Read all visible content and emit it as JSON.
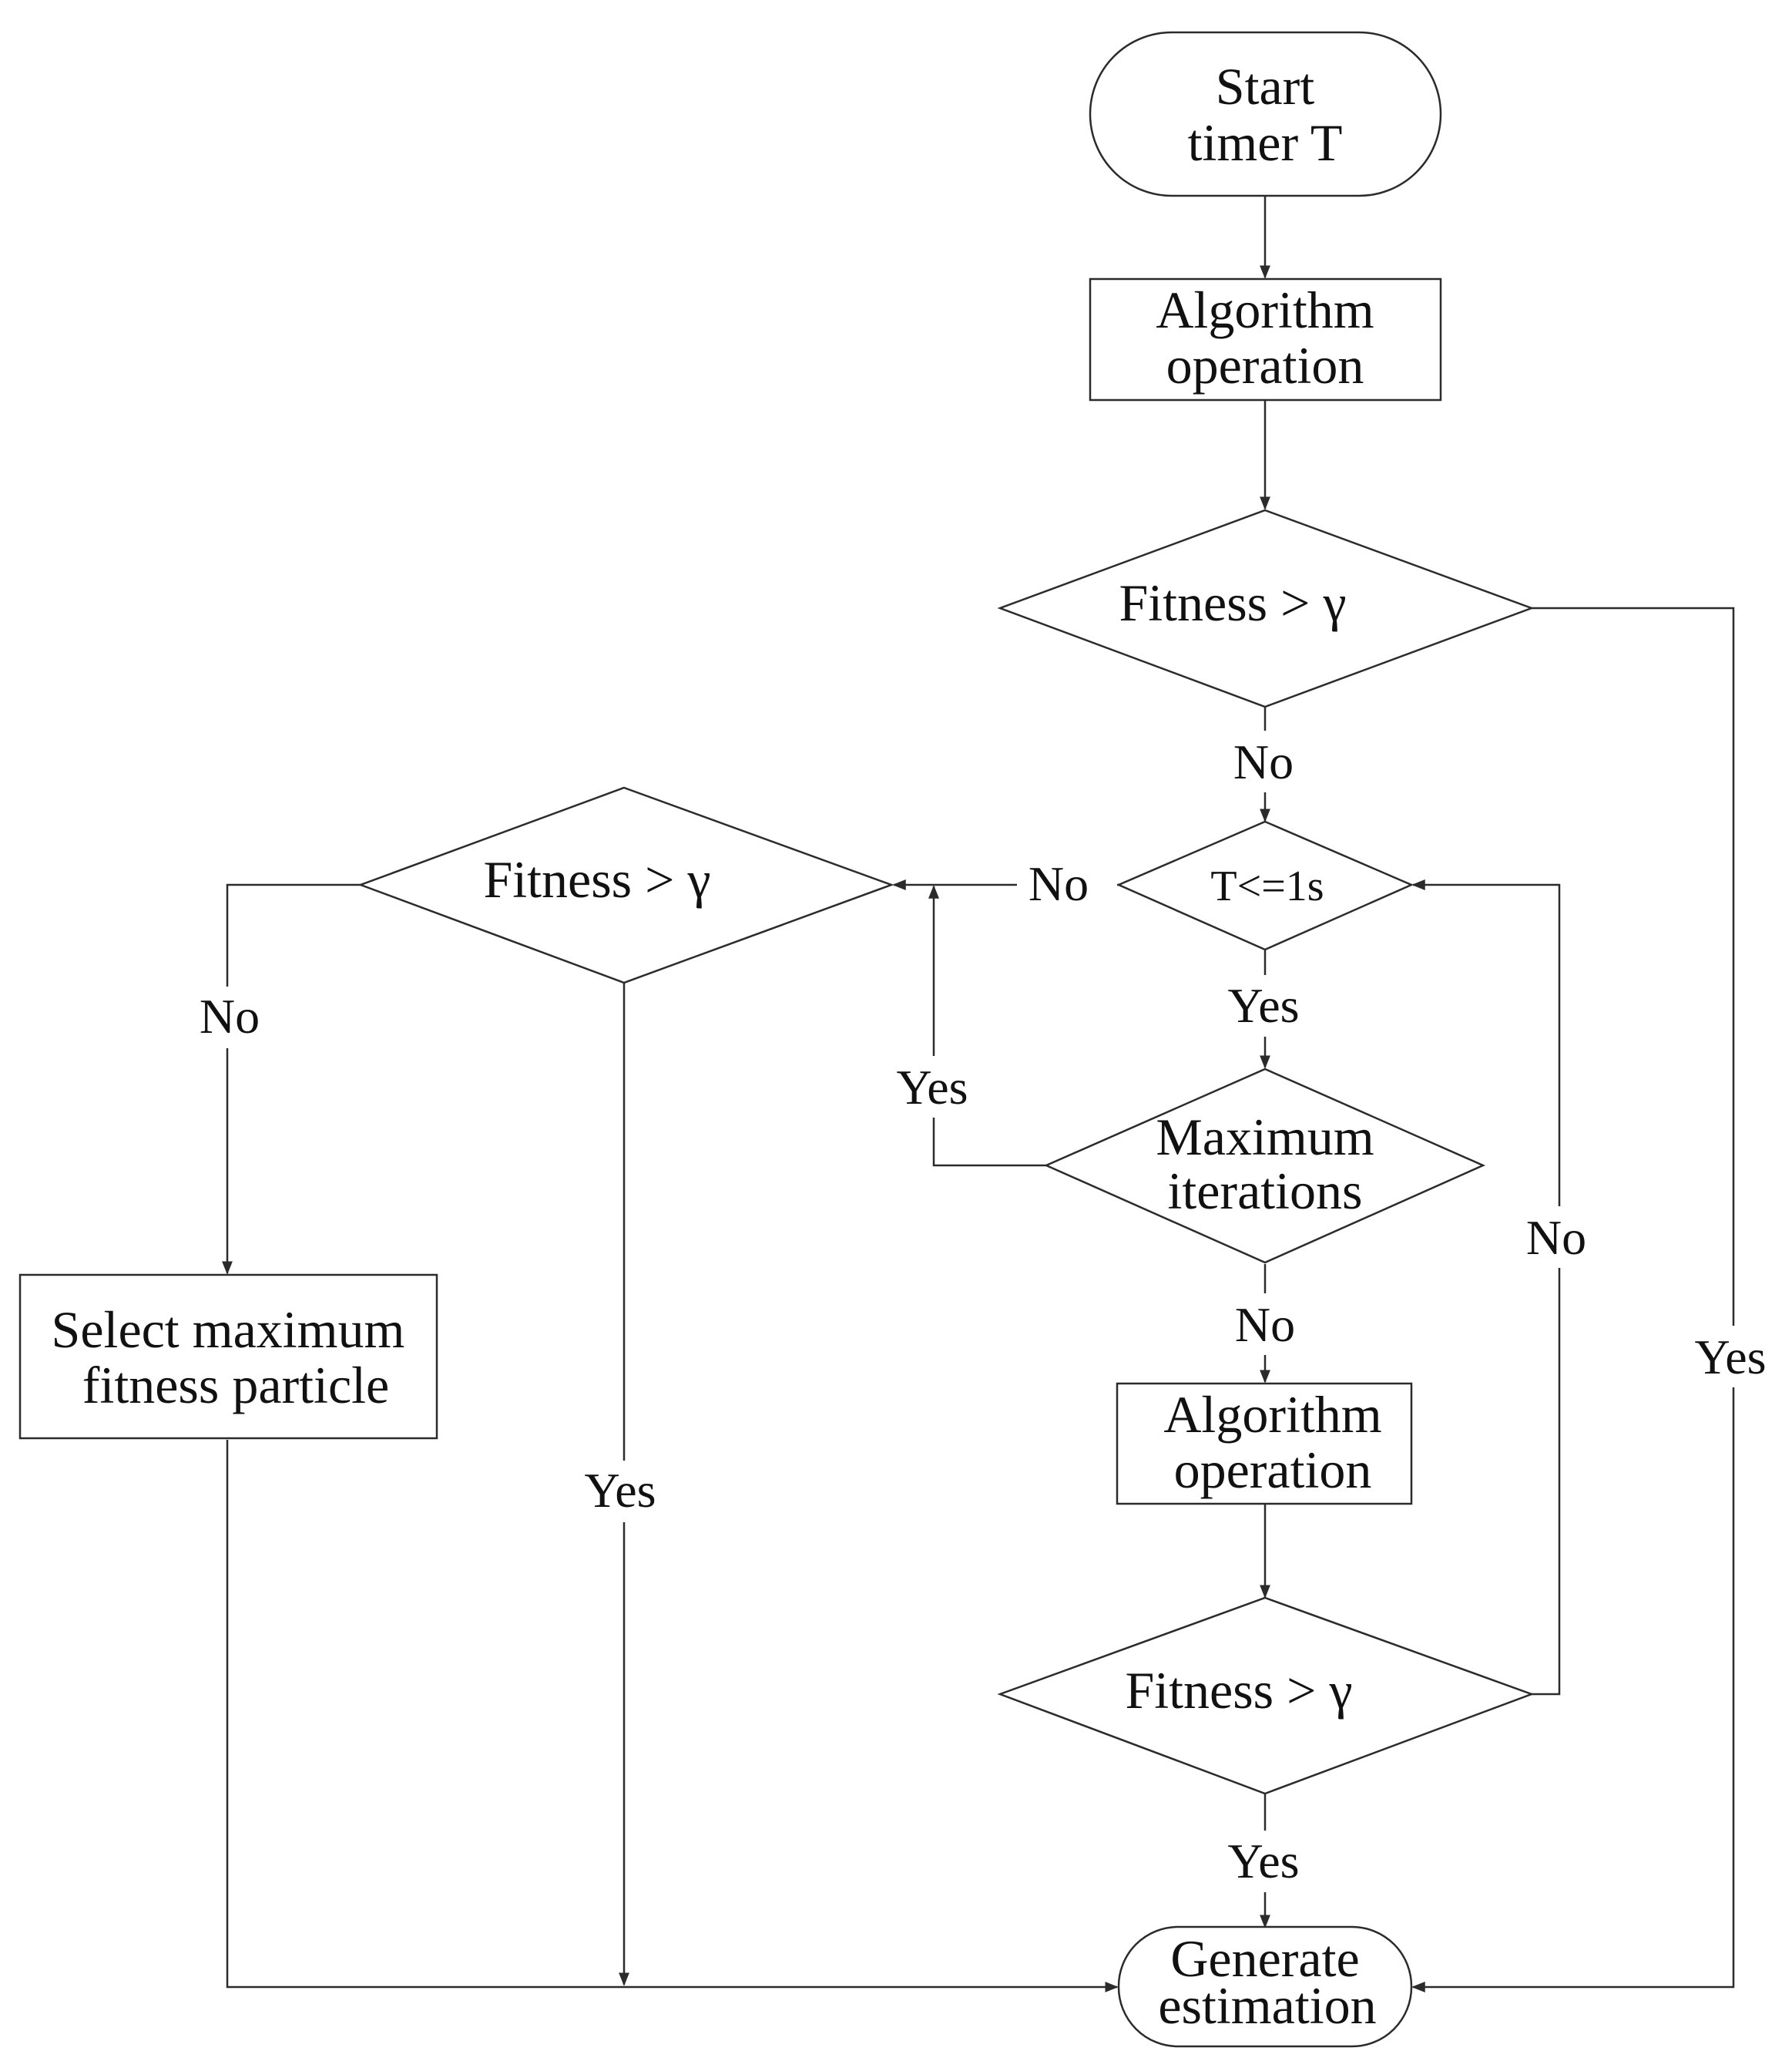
{
  "nodes": {
    "start": {
      "line1": "Start",
      "line2": "timer T"
    },
    "algo_top": {
      "line1": "Algorithm",
      "line2": "operation"
    },
    "fit_top": {
      "label": "Fitness > γ"
    },
    "fit_left": {
      "label": "Fitness > γ"
    },
    "timer_check": {
      "label": "T<=1s"
    },
    "max_iter": {
      "line1": "Maximum",
      "line2": "iterations"
    },
    "select_max": {
      "line1": "Select maximum",
      "line2": "fitness particle"
    },
    "algo_mid": {
      "line1": "Algorithm",
      "line2": "operation"
    },
    "fit_bottom": {
      "label": "Fitness > γ"
    },
    "generate": {
      "line1": "Generate",
      "line2": "estimation"
    }
  },
  "edges": {
    "fit_top_no": "No",
    "fit_top_yes": "Yes",
    "timer_no": "No",
    "timer_yes": "Yes",
    "max_iter_yes": "Yes",
    "max_iter_no": "No",
    "fit_left_no": "No",
    "fit_left_yes": "Yes",
    "fit_bottom_no": "No",
    "fit_bottom_yes": "Yes"
  }
}
